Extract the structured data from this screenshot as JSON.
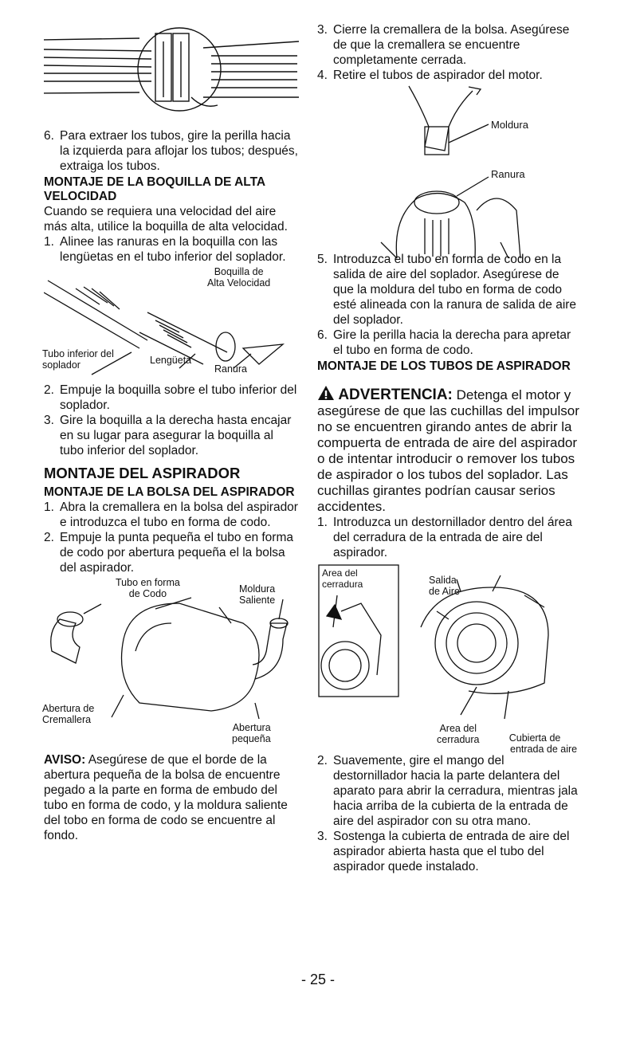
{
  "left": {
    "step6": {
      "num": "6.",
      "text": "Para extraer los tubos, gire la perilla hacia la izquierda para aflojar los tubos; después, extraiga los tubos."
    },
    "nozzle_heading": "MONTAJE DE LA BOQUILLA DE ALTA VELOCIDAD",
    "nozzle_intro": "Cuando se requiera una velocidad del aire más alta, utilice la boquilla de alta velocidad.",
    "nozzle_step1": {
      "num": "1.",
      "text": "Alinee las ranuras en la boquilla con las lengüetas en el tubo inferior del soplador."
    },
    "fig_nozzle": {
      "boquilla_line1": "Boquilla de",
      "boquilla_line2": "Alta Velocidad",
      "tubo_line1": "Tubo inferior del",
      "tubo_line2": "soplador",
      "lengueta": "Lengüeta",
      "ranura": "Ranura"
    },
    "nozzle_step2": {
      "num": "2.",
      "text": "Empuje la boquilla sobre el tubo inferior del soplador."
    },
    "nozzle_step3": {
      "num": "3.",
      "text": "Gire la boquilla a la derecha hasta encajar en su lugar para asegurar la boquilla al tubo inferior del soplador."
    },
    "vac_heading": "MONTAJE DEL ASPIRADOR",
    "bag_heading": "MONTAJE DE LA BOLSA DEL ASPIRADOR",
    "bag_step1": {
      "num": "1.",
      "text": "Abra la cremallera en la bolsa del aspirador e introduzca el tubo en forma de codo."
    },
    "bag_step2": {
      "num": "2.",
      "text": "Empuje la punta pequeña el tubo en forma de codo por abertura pequeña el la bolsa del aspirador."
    },
    "fig_bag": {
      "tubo_line1": "Tubo en forma",
      "tubo_line2": "de Codo",
      "moldura_line1": "Moldura",
      "moldura_line2": "Saliente",
      "abertura_line1": "Abertura de",
      "abertura_line2": "Cremallera",
      "pequena_line1": "Abertura",
      "pequena_line2": "pequeña"
    },
    "aviso_label": "AVISO:",
    "aviso_text": " Asegúrese de que el borde de la abertura pequeña de la bolsa de encuentre pegado a la parte en forma de embudo del tubo en forma de codo, y la moldura saliente del tobo en forma de codo se encuentre al fondo."
  },
  "right": {
    "step3": {
      "num": "3.",
      "text": "Cierre la cremallera de la bolsa. Asegúrese de que la cremallera se encuentre completamente cerrada."
    },
    "step4": {
      "num": "4.",
      "text": "Retire el tubos de aspirador del motor."
    },
    "fig_elbow": {
      "moldura": "Moldura",
      "ranura": "Ranura"
    },
    "step5": {
      "num": "5.",
      "text": "Introduzca el tubo en forma de codo en la salida de aire del soplador. Asegúrese de que la moldura del tubo en forma de codo esté alineada con la ranura de salida de aire del soplador."
    },
    "step6": {
      "num": "6.",
      "text": "Gire la perilla hacia la derecha para apretar el tubo en forma de codo."
    },
    "tubes_heading": "MONTAJE DE LOS TUBOS DE ASPIRADOR",
    "warning_label": "ADVERTENCIA:",
    "warning_text": " Detenga el motor y asegúrese de que las cuchillas del impulsor no se encuentren girando antes de abrir la compuerta de entrada de aire del aspirador o de intentar introducir o remover los tubos de aspirador o los tubos del soplador. Las cuchillas girantes podrían causar serios accidentes.",
    "tube_step1": {
      "num": "1.",
      "text": "Introduzca un destornillador dentro del área del cerradura de la entrada de aire del aspirador."
    },
    "fig_latch": {
      "area1_line1": "Area del",
      "area1_line2": "cerradura",
      "salida_line1": "Salida",
      "salida_line2": "de Aire",
      "area2_line1": "Area del",
      "area2_line2": "cerradura",
      "cubierta_line1": "Cubierta de",
      "cubierta_line2": "entrada de aire"
    },
    "tube_step2": {
      "num": "2.",
      "text": "Suavemente, gire el mango del destornillador hacia la parte delantera del aparato para abrir la cerradura, mientras jala hacia arriba de la cubierta de la entrada de aire del aspirador con su otra mano."
    },
    "tube_step3": {
      "num": "3.",
      "text": "Sostenga la cubierta de entrada de aire del aspirador abierta hasta que el tubo del aspirador quede instalado."
    }
  },
  "page_number": "- 25 -"
}
